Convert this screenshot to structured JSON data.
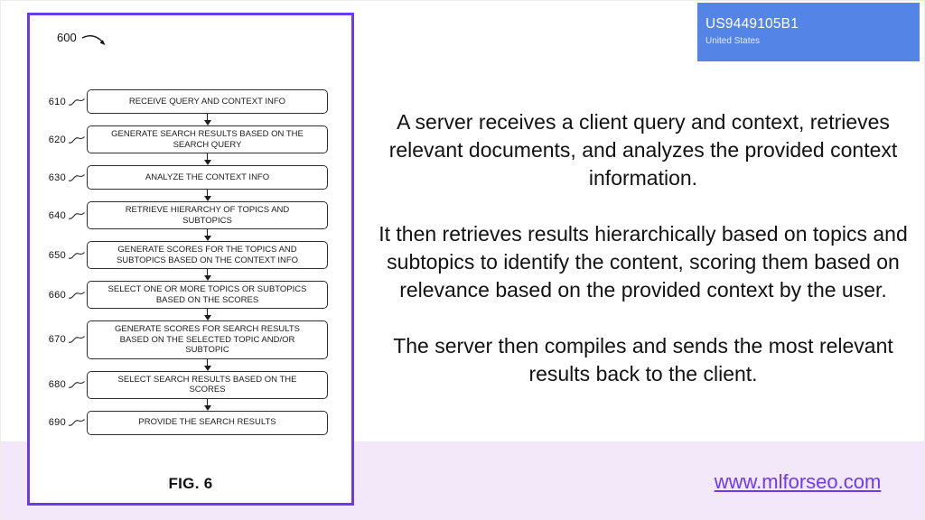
{
  "theme": {
    "accent_purple": "#6b3be8",
    "badge_blue": "#5584e7",
    "band_lavender": "#f3e8fa",
    "link_purple": "#6e3af0"
  },
  "patent_badge": {
    "number": "US9449105B1",
    "country": "United States"
  },
  "figure": {
    "ref_label": "600",
    "caption": "FIG. 6",
    "steps": [
      {
        "num": "610",
        "text": "RECEIVE QUERY AND CONTEXT INFO"
      },
      {
        "num": "620",
        "text": "GENERATE SEARCH RESULTS BASED ON THE SEARCH QUERY"
      },
      {
        "num": "630",
        "text": "ANALYZE THE CONTEXT INFO"
      },
      {
        "num": "640",
        "text": "RETRIEVE HIERARCHY OF TOPICS AND SUBTOPICS"
      },
      {
        "num": "650",
        "text": "GENERATE SCORES FOR THE TOPICS AND SUBTOPICS BASED ON THE CONTEXT INFO"
      },
      {
        "num": "660",
        "text": "SELECT ONE OR MORE TOPICS OR SUBTOPICS BASED ON THE SCORES"
      },
      {
        "num": "670",
        "text": "GENERATE SCORES FOR SEARCH RESULTS BASED ON THE SELECTED TOPIC AND/OR SUBTOPIC"
      },
      {
        "num": "680",
        "text": "SELECT SEARCH RESULTS BASED ON THE SCORES"
      },
      {
        "num": "690",
        "text": "PROVIDE THE SEARCH RESULTS"
      }
    ]
  },
  "summary": {
    "paragraphs": [
      "A server receives a client query and context, retrieves relevant documents, and analyzes the provided context information.",
      "It then retrieves results hierarchically based on topics and subtopics to identify the content, scoring them based on relevance based on the provided context by the user.",
      "The server then compiles and sends the most relevant results back to the client."
    ]
  },
  "footer": {
    "link": "www.mlforseo.com"
  }
}
